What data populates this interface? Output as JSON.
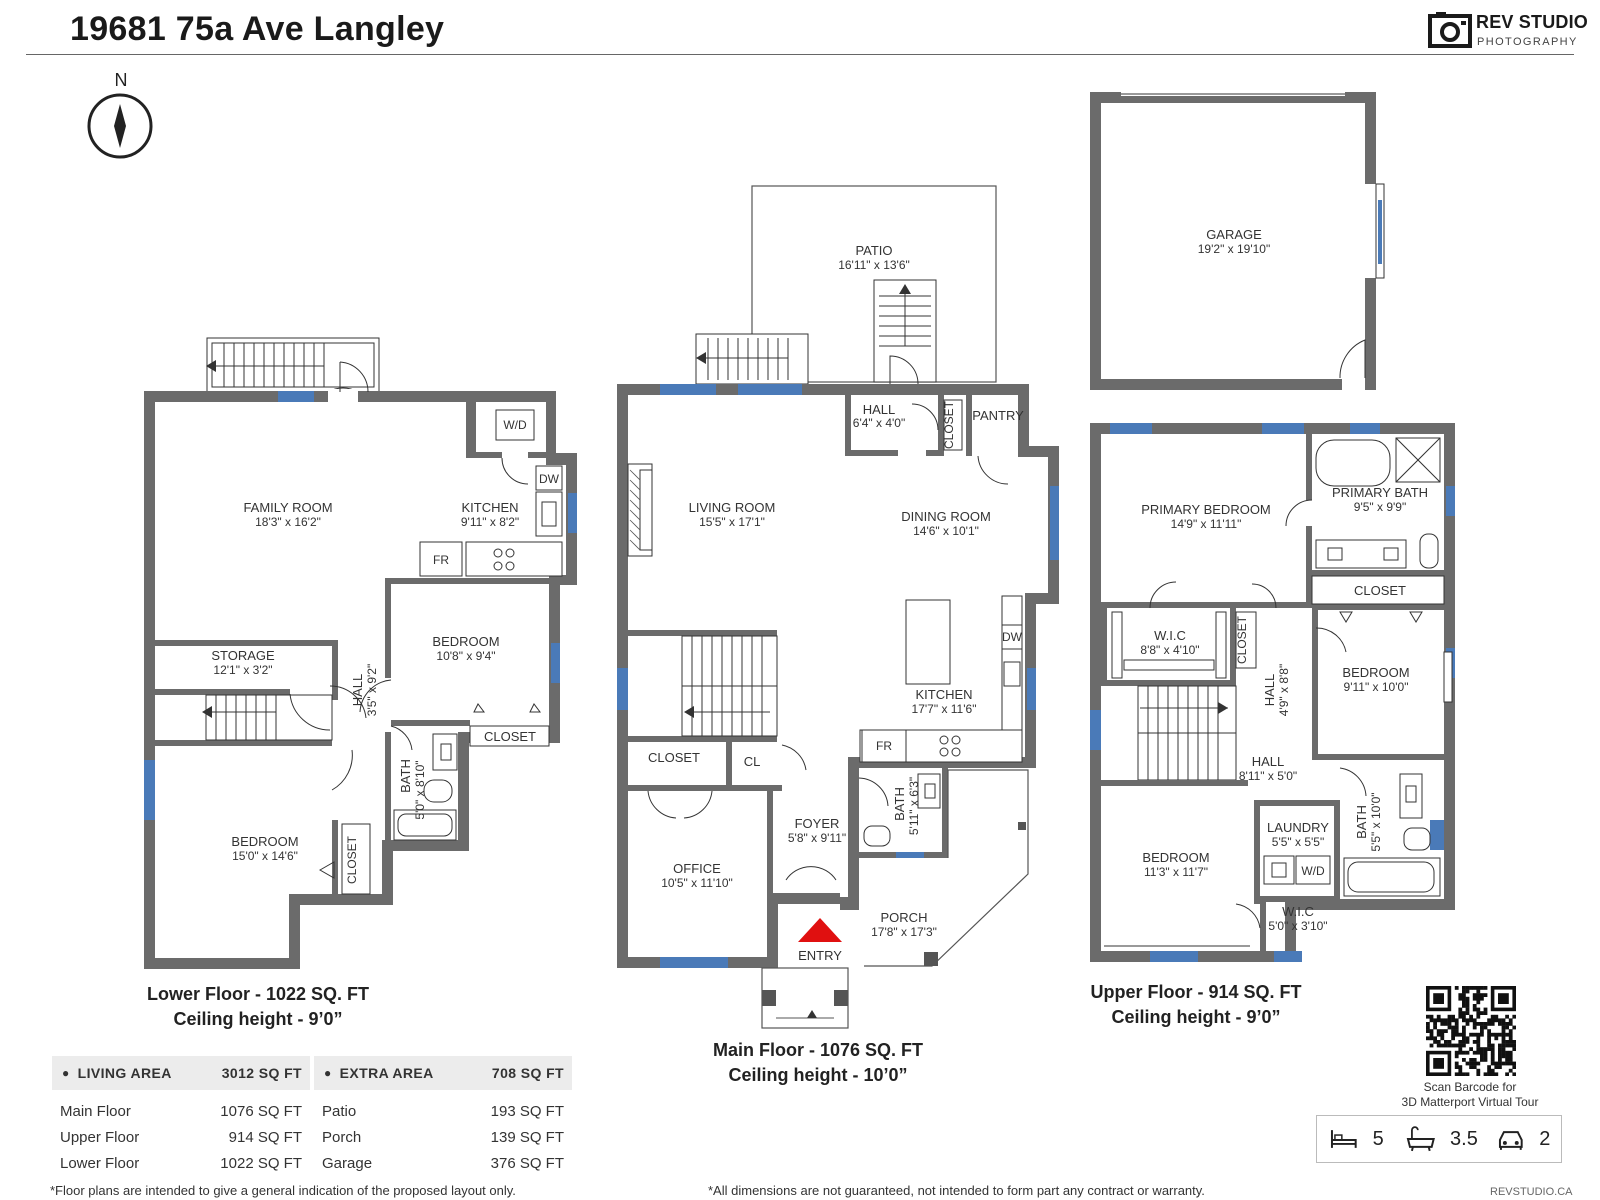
{
  "title": "19681 75a Ave Langley",
  "logo": {
    "name": "REV STUDIO",
    "sub": "PHOTOGRAPHY"
  },
  "compass": {
    "letter": "N"
  },
  "lower_floor": {
    "caption": "Lower Floor - 1022 SQ. FT",
    "ceiling": "Ceiling height - 9’0”",
    "rooms": {
      "family_room": {
        "name": "FAMILY ROOM",
        "dim": "18'3\" x 16'2\""
      },
      "kitchen": {
        "name": "KITCHEN",
        "dim": "9'11\" x 8'2\""
      },
      "wd": "W/D",
      "dw": "DW",
      "fr": "FR",
      "storage": {
        "name": "STORAGE",
        "dim": "12'1\" x 3'2\""
      },
      "bedroom_1": {
        "name": "BEDROOM",
        "dim": "10'8\" x 9'4\""
      },
      "hall": {
        "name": "HALL",
        "dim": "3'5\" x 9'2\""
      },
      "closet_1": "CLOSET",
      "bath": {
        "name": "BATH",
        "dim": "5'0\" x 8'10\""
      },
      "bedroom_2": {
        "name": "BEDROOM",
        "dim": "15'0\" x 14'6\""
      },
      "closet_2": "CLOSET"
    }
  },
  "main_floor": {
    "caption": "Main Floor - 1076 SQ. FT",
    "ceiling": "Ceiling height - 10’0”",
    "rooms": {
      "patio": {
        "name": "PATIO",
        "dim": "16'11\" x 13'6\""
      },
      "hall": {
        "name": "HALL",
        "dim": "6'4\" x 4'0\""
      },
      "closet_hall": "CLOSET",
      "pantry": "PANTRY",
      "living_room": {
        "name": "LIVING ROOM",
        "dim": "15'5\" x 17'1\""
      },
      "dining_room": {
        "name": "DINING ROOM",
        "dim": "14'6\" x 10'1\""
      },
      "kitchen": {
        "name": "KITCHEN",
        "dim": "17'7\" x 11'6\""
      },
      "dw": "DW",
      "fr": "FR",
      "closet": "CLOSET",
      "cl": "CL",
      "foyer": {
        "name": "FOYER",
        "dim": "5'8\" x 9'11\""
      },
      "bath": {
        "name": "BATH",
        "dim": "5'11\" x 6'3\""
      },
      "office": {
        "name": "OFFICE",
        "dim": "10'5\" x 11'10\""
      },
      "porch": {
        "name": "PORCH",
        "dim": "17'8\" x 17'3\""
      },
      "entry": "ENTRY"
    }
  },
  "upper_floor": {
    "caption": "Upper Floor - 914 SQ. FT",
    "ceiling": "Ceiling height - 9’0”",
    "rooms": {
      "garage": {
        "name": "GARAGE",
        "dim": "19'2\" x 19'10\""
      },
      "primary_bedroom": {
        "name": "PRIMARY BEDROOM",
        "dim": "14'9\" x 11'11\""
      },
      "primary_bath": {
        "name": "PRIMARY BATH",
        "dim": "9'5\" x 9'9\""
      },
      "closet_primary": "CLOSET",
      "wic_1": {
        "name": "W.I.C",
        "dim": "8'8\" x 4'10\""
      },
      "closet_small": "CLOSET",
      "hall_1": {
        "name": "HALL",
        "dim": "4'9\" x 8'8\""
      },
      "bedroom_1": {
        "name": "BEDROOM",
        "dim": "9'11\" x 10'0\""
      },
      "hall_2": {
        "name": "HALL",
        "dim": "8'11\" x 5'0\""
      },
      "bath": {
        "name": "BATH",
        "dim": "5'5\" x 10'0\""
      },
      "laundry": {
        "name": "LAUNDRY",
        "dim": "5'5\" x 5'5\""
      },
      "wd": "W/D",
      "bedroom_2": {
        "name": "BEDROOM",
        "dim": "11'3\" x 11'7\""
      },
      "wic_2": {
        "name": "W.I.C",
        "dim": "5'0\" x 3'10\""
      }
    }
  },
  "living_area": {
    "label": "LIVING AREA",
    "total": "3012 SQ FT",
    "rows": [
      {
        "label": "Main Floor",
        "value": "1076 SQ FT"
      },
      {
        "label": "Upper Floor",
        "value": "914 SQ FT"
      },
      {
        "label": "Lower Floor",
        "value": "1022 SQ FT"
      }
    ]
  },
  "extra_area": {
    "label": "EXTRA AREA",
    "total": "708 SQ FT",
    "rows": [
      {
        "label": "Patio",
        "value": "193 SQ FT"
      },
      {
        "label": "Porch",
        "value": "139 SQ FT"
      },
      {
        "label": "Garage",
        "value": "376 SQ FT"
      }
    ]
  },
  "qr_caption": {
    "line1": "Scan Barcode for",
    "line2": "3D Matterport Virtual Tour"
  },
  "counts": {
    "beds": {
      "icon": "bed-icon",
      "value": "5"
    },
    "baths": {
      "icon": "bathtub-icon",
      "value": "3.5"
    },
    "garage": {
      "icon": "car-icon",
      "value": "2"
    }
  },
  "colors": {
    "wall": "#6b6b6b",
    "window": "#4a7ab8",
    "entry_marker": "#e01010"
  },
  "notes": {
    "left": "*Floor plans are intended to give a general indication of the proposed layout only.",
    "right": "*All dimensions are not guaranteed, not intended to form part any contract or warranty.",
    "site": "REVSTUDIO.CA"
  }
}
